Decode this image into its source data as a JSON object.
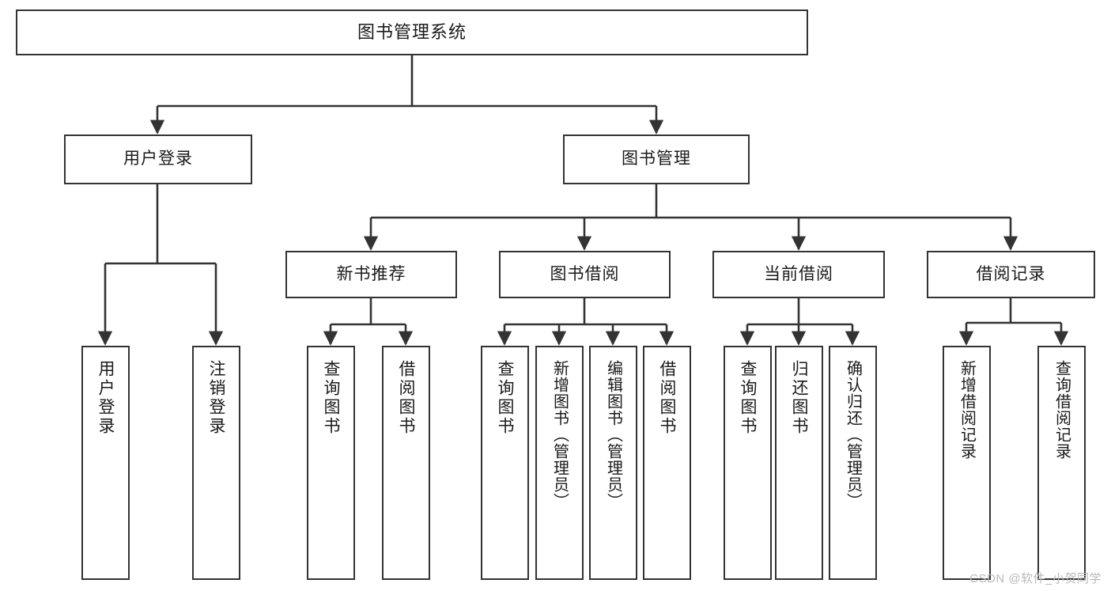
{
  "diagram": {
    "type": "hierarchy-tree",
    "title": "图书管理系统",
    "background_color": "#ffffff",
    "line_color": "#333333",
    "box_border_color": "#333333",
    "box_fill_color": "#ffffff",
    "levels": 4
  },
  "nodes": {
    "root": {
      "label": "图书管理系统"
    },
    "tier2": {
      "user_login": {
        "label": "用户登录"
      },
      "book_manage": {
        "label": "图书管理"
      }
    },
    "tier3": {
      "new_book_rec": {
        "label": "新书推荐"
      },
      "book_borrow": {
        "label": "图书借阅"
      },
      "current_borrow": {
        "label": "当前借阅"
      },
      "borrow_record": {
        "label": "借阅记录"
      }
    },
    "leaves": {
      "user_login_1": {
        "label": "用户登录"
      },
      "user_login_2": {
        "label": "注销登录"
      },
      "new_book_1": {
        "label": "查询图书"
      },
      "new_book_2": {
        "label": "借阅图书"
      },
      "borrow_1": {
        "label": "查询图书"
      },
      "borrow_2": {
        "label": "新增图书（管理员）"
      },
      "borrow_3": {
        "label": "编辑图书（管理员）"
      },
      "borrow_4": {
        "label": "借阅图书"
      },
      "current_1": {
        "label": "查询图书"
      },
      "current_2": {
        "label": "归还图书"
      },
      "current_3": {
        "label": "确认归还（管理员）"
      },
      "record_1": {
        "label": "新增借阅记录"
      },
      "record_2": {
        "label": "查询借阅记录"
      }
    }
  },
  "watermark": {
    "text": "CSDN @软件_小贺同学"
  }
}
